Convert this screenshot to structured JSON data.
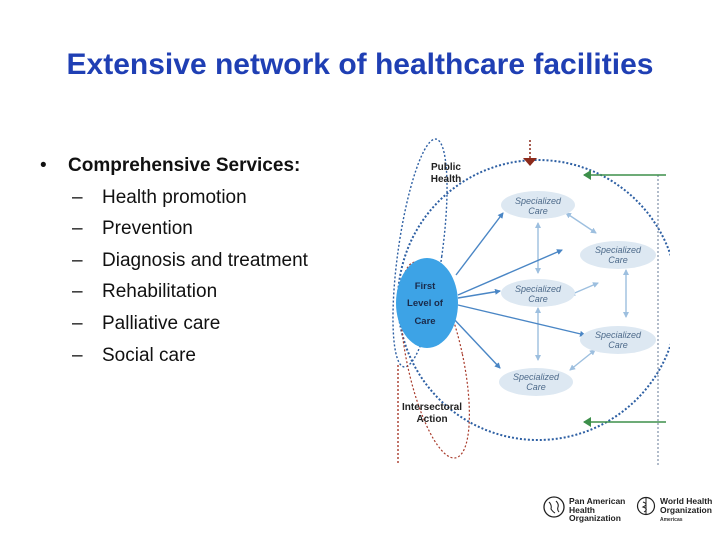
{
  "title": "Extensive network of healthcare facilities",
  "bullets": {
    "main": "Comprehensive Services:",
    "items": [
      "Health promotion",
      "Prevention",
      "Diagnosis and treatment",
      "Rehabilitation",
      "Palliative care",
      "Social care"
    ]
  },
  "diagram": {
    "public_health": [
      "Public",
      "Health"
    ],
    "first_level": [
      "First",
      "Level of",
      "Care"
    ],
    "intersectoral": [
      "Intersectoral",
      "Action"
    ],
    "specialized": [
      "Specialized",
      "Care"
    ]
  },
  "logos": {
    "paho": [
      "Pan American",
      "Health",
      "Organization"
    ],
    "who": [
      "World Health",
      "Organization"
    ],
    "who_region": "Americas"
  },
  "colors": {
    "title": "#1f3fb4",
    "first_level_fill": "#3da3e6",
    "specialized_fill": "#dde8f2",
    "arrow_blue": "#4a86c5",
    "arrow_green": "#3d8f4a",
    "arrow_red": "#8c2a1a"
  }
}
